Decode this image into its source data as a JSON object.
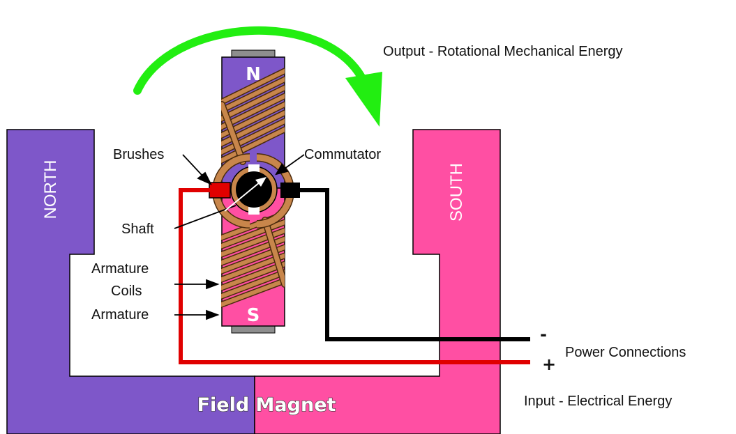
{
  "labels": {
    "output": "Output - Rotational Mechanical Energy",
    "brushes": "Brushes",
    "commutator": "Commutator",
    "shaft": "Shaft",
    "armature_coils_line1": "Armature",
    "armature_coils_line2": "Coils",
    "armature": "Armature",
    "power_connections": "Power Connections",
    "minus": "-",
    "plus": "+",
    "input": "Input - Electrical Energy",
    "field_magnet": "Field Magnet",
    "north": "NORTH",
    "south": "SOUTH",
    "pole_n": "N",
    "pole_s": "S"
  },
  "colors": {
    "north_magnet": "#7e57c9",
    "south_magnet": "#ff4fa3",
    "coil": "#c8864b",
    "positive_wire": "#e00000",
    "negative_wire": "#000000",
    "rotation_arrow": "#22ee11",
    "magnet_cap": "#8e8e8e"
  },
  "icons": {
    "rotation": "curved-arrow-clockwise"
  }
}
